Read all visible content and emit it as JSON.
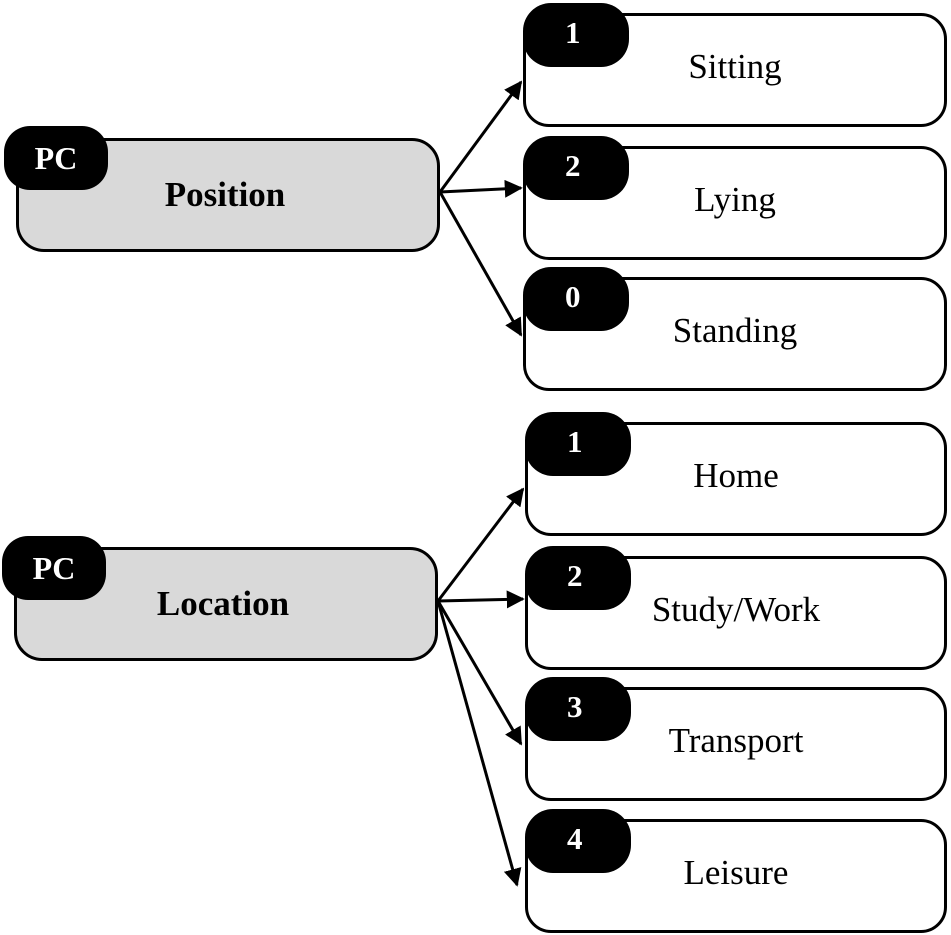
{
  "groups": [
    {
      "badge": "PC",
      "title": "Position",
      "options": [
        {
          "code": "1",
          "label": "Sitting"
        },
        {
          "code": "2",
          "label": "Lying"
        },
        {
          "code": "0",
          "label": "Standing"
        }
      ]
    },
    {
      "badge": "PC",
      "title": "Location",
      "options": [
        {
          "code": "1",
          "label": "Home"
        },
        {
          "code": "2",
          "label": "Study/Work"
        },
        {
          "code": "3",
          "label": "Transport"
        },
        {
          "code": "4",
          "label": "Leisure"
        }
      ]
    }
  ]
}
